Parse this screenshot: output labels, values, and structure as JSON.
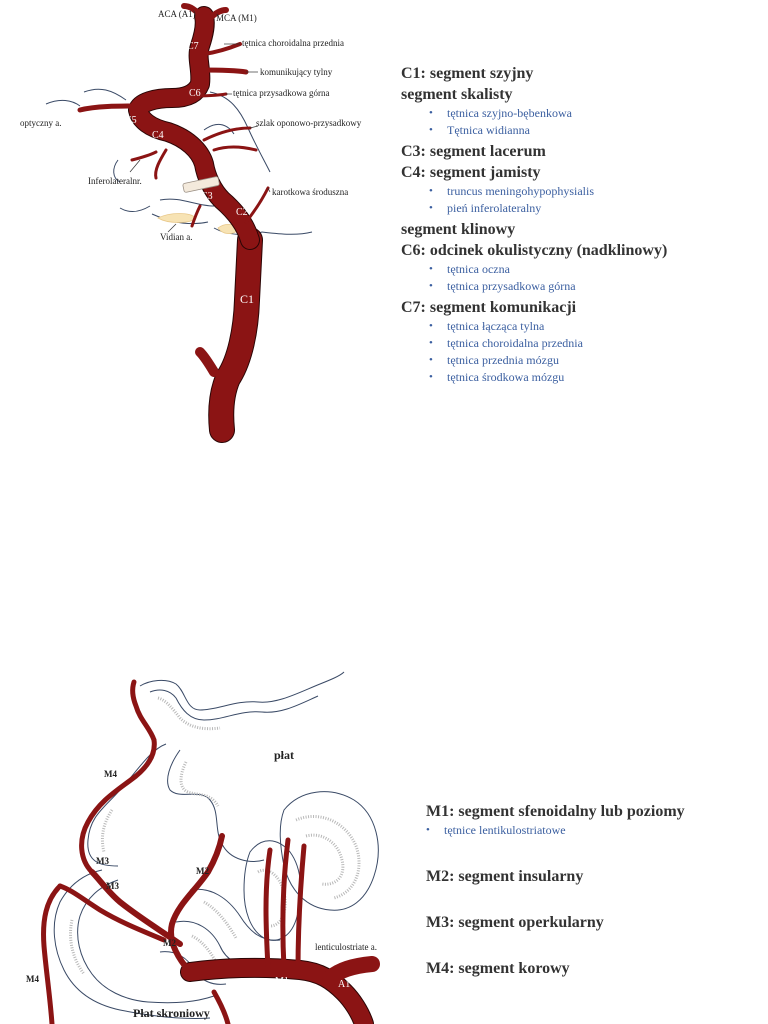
{
  "carotid_diagram": {
    "labels": {
      "aca": "ACA (A1)",
      "mca": "MCA (M1)",
      "choroidal": "tętnica choroidalna przednia",
      "pcomm": "komunikujący tylny",
      "sha": "tętnica przysadkowa górna",
      "meningo": "szlak oponowo-przysadkowy",
      "optic": "optyczny a.",
      "inferolat": "Inferolateralnr.",
      "caroticotymp": "karotkowa środuszna",
      "vidian": "Vidian a."
    },
    "segments": {
      "c1": "C1",
      "c2": "C2",
      "c3": "C3",
      "c4": "C4",
      "c5": "C5",
      "c6": "C6",
      "c7": "C7"
    }
  },
  "carotid_legend": [
    {
      "heading": "C1: segment szyjny",
      "items": []
    },
    {
      "heading": "segment skalisty",
      "items": [
        "tętnica szyjno-bębenkowa",
        "Tętnica widianna"
      ]
    },
    {
      "heading": "C3: segment lacerum",
      "items": []
    },
    {
      "heading": "C4: segment jamisty",
      "items": [
        "truncus meningohypophysialis",
        "pień inferolateralny"
      ]
    },
    {
      "heading": "segment klinowy",
      "items": []
    },
    {
      "heading": "C6: odcinek okulistyczny (nadklinowy)",
      "items": [
        "tętnica oczna",
        "tętnica przysadkowa górna"
      ]
    },
    {
      "heading": "C7: segment komunikacji",
      "items": [
        "tętnica łącząca tylna",
        "tętnica choroidalna przednia",
        "tętnica przednia mózgu",
        "tętnica środkowa mózgu"
      ]
    }
  ],
  "mca_diagram": {
    "labels": {
      "frontal": "płat",
      "temporal": "Płat skroniowy",
      "lenticulo": "lenticulostriate a."
    },
    "segments": {
      "m4a": "M4",
      "m3a": "M3",
      "m3b": "M3",
      "m2a": "M2",
      "m2b": "M2",
      "m4b": "M4",
      "m1": "M1",
      "a1": "A1"
    }
  },
  "mca_legend": [
    {
      "heading": "M1: segment sfenoidalny lub poziomy",
      "items": [
        "tętnice lentikulostriatowe"
      ]
    },
    {
      "heading": "M2: segment insularny",
      "items": []
    },
    {
      "heading": "M3: segment operkularny",
      "items": []
    },
    {
      "heading": "M4: segment korowy",
      "items": []
    }
  ],
  "colors": {
    "artery": "#8b1414",
    "sub_items": "#3b5fa0",
    "heading": "#333333",
    "outline": "#3a4a66"
  }
}
